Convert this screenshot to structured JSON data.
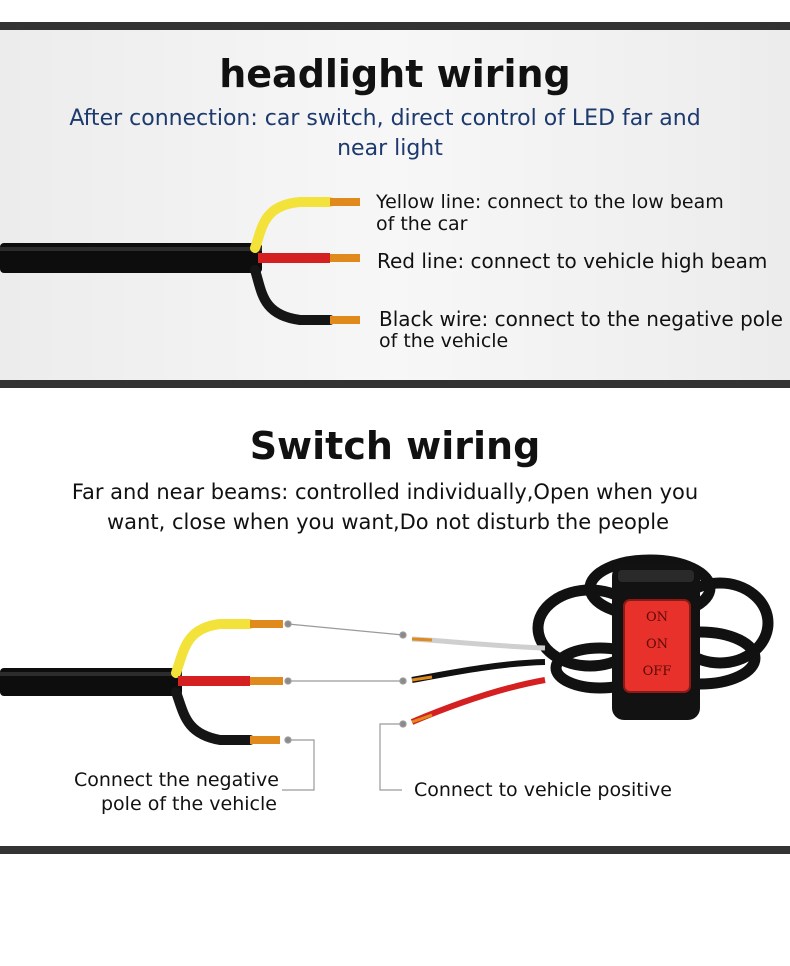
{
  "headlight": {
    "title": "headlight wiring",
    "subtitle_line1": "After connection: car switch, direct control of LED far and",
    "subtitle_line2": "near light",
    "yellow_line1": "Yellow line: connect to the low beam",
    "yellow_line2": "of the car",
    "red": "Red line: connect to vehicle high beam",
    "black_line1": "Black wire: connect to the negative pole",
    "black_line2": "of the vehicle"
  },
  "switch": {
    "title": "Switch wiring",
    "subtitle_line1": "Far and near beams: controlled individually,Open when you",
    "subtitle_line2": "want, close when you want,Do not disturb the people",
    "button_labels": [
      "ON",
      "ON",
      "OFF"
    ],
    "negative_line1": "Connect the negative",
    "negative_line2": "pole of the vehicle",
    "positive": "Connect to vehicle positive"
  },
  "colors": {
    "subtitle_blue": "#1d3a6e",
    "switch_red": "#e8312a",
    "wire_yellow": "#f2e23a",
    "wire_red": "#d42020",
    "terminal_orange": "#e08a1e"
  }
}
